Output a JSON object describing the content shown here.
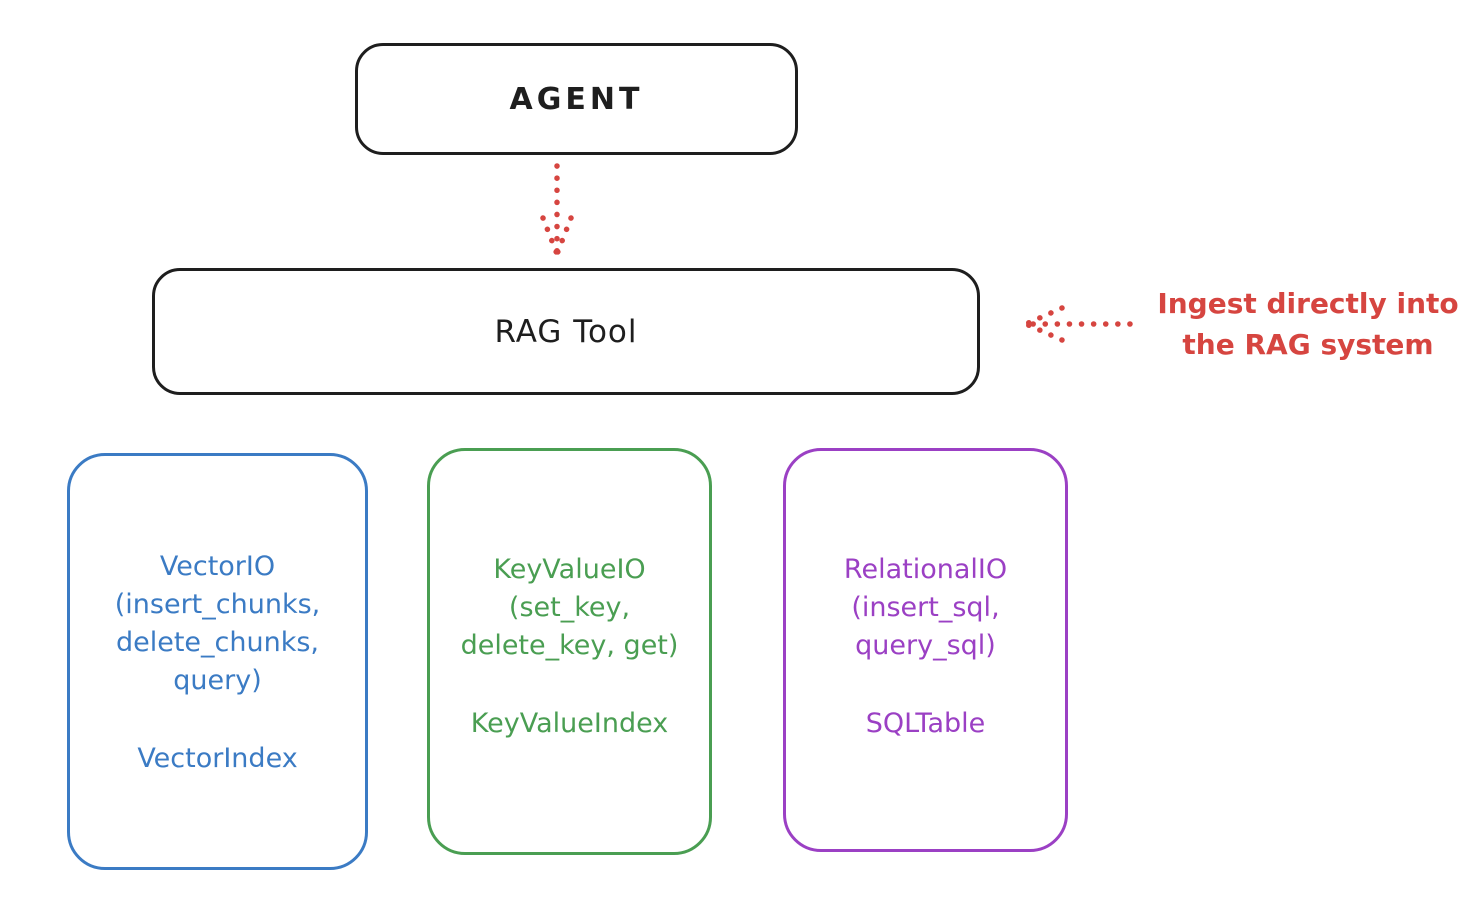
{
  "colors": {
    "ink": "#1e1e1e",
    "red": "#d64540",
    "blue": "#3b7bc4",
    "green": "#4a9e52",
    "purple": "#9b40c4"
  },
  "agent": {
    "label": "AGENT"
  },
  "rag_tool": {
    "label": "RAG Tool"
  },
  "annotation": {
    "line1": "Ingest directly into",
    "line2": "the RAG system"
  },
  "arrows": {
    "agent_to_rag": "dotted-down-arrow",
    "ingest": "dotted-left-arrow"
  },
  "backends": [
    {
      "id": "vector",
      "color": "#3b7bc4",
      "lines": [
        "VectorIO",
        "(insert_chunks,",
        "delete_chunks,",
        "query)"
      ],
      "index": "VectorIndex"
    },
    {
      "id": "keyvalue",
      "color": "#4a9e52",
      "lines": [
        "KeyValueIO",
        "(set_key,",
        "delete_key, get)"
      ],
      "index": "KeyValueIndex"
    },
    {
      "id": "relational",
      "color": "#9b40c4",
      "lines": [
        "RelationalIO",
        "(insert_sql,",
        "query_sql)"
      ],
      "index": "SQLTable"
    }
  ]
}
